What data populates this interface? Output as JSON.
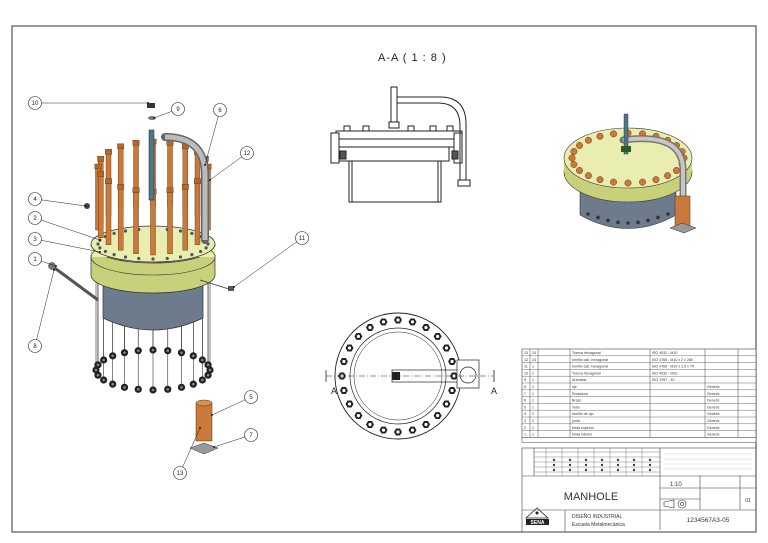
{
  "section_view_title": "A-A ( 1 : 8 )",
  "section_marker": "A",
  "callouts": [
    "1",
    "2",
    "3",
    "4",
    "5",
    "6",
    "7",
    "8",
    "9",
    "10",
    "11",
    "12",
    "13"
  ],
  "bom": [
    {
      "item": "13",
      "qty": "24",
      "name": "Tuerca hexagonal",
      "std": "ISO 4032 - M10",
      "mat": ""
    },
    {
      "item": "12",
      "qty": "24",
      "name": "tornillo cab. hexagonal",
      "std": "ISO 4766 - M10 x 2 x 280",
      "mat": ""
    },
    {
      "item": "11",
      "qty": "1",
      "name": "tornillo cab. hexagonal",
      "std": "ISO 4766 - M10 x 1.5 x 70",
      "mat": ""
    },
    {
      "item": "10",
      "qty": "1",
      "name": "Tuerca hexagonal",
      "std": "ISO 4032 - M10",
      "mat": ""
    },
    {
      "item": "9",
      "qty": "1",
      "name": "Arandela",
      "std": "ISO 7097 - 10",
      "mat": ""
    },
    {
      "item": "8",
      "qty": "1",
      "name": "eje",
      "std": "",
      "mat": "Generic"
    },
    {
      "item": "7",
      "qty": "1",
      "name": "Rodadura",
      "std": "",
      "mat": "Generic"
    },
    {
      "item": "6",
      "qty": "1",
      "name": "Brazo",
      "std": "",
      "mat": "Generic"
    },
    {
      "item": "5",
      "qty": "1",
      "name": "Tubo",
      "std": "",
      "mat": "Generic"
    },
    {
      "item": "4",
      "qty": "1",
      "name": "tornillo de ojo",
      "std": "",
      "mat": "Generic"
    },
    {
      "item": "3",
      "qty": "2",
      "name": "junta",
      "std": "",
      "mat": "Generic"
    },
    {
      "item": "2",
      "qty": "1",
      "name": "brida superior",
      "std": "",
      "mat": "Generic"
    },
    {
      "item": "1",
      "qty": "1",
      "name": "brida inferior",
      "std": "",
      "mat": "Generic"
    }
  ],
  "title_block": {
    "title": "MANHOLE",
    "scale": "1:10",
    "school_line1": "DISEÑO INDUSTRIAL",
    "school_line2": "Escuela Metalmecánica",
    "logo_text": "SENA",
    "drawing_number": "1234567A3-05",
    "sheet": "01"
  },
  "colors": {
    "flange": "#e9eeb0",
    "flange_edge": "#c9d07a",
    "body": "#6d7b8c",
    "bolt": "#c97a3a",
    "line": "#222222"
  }
}
